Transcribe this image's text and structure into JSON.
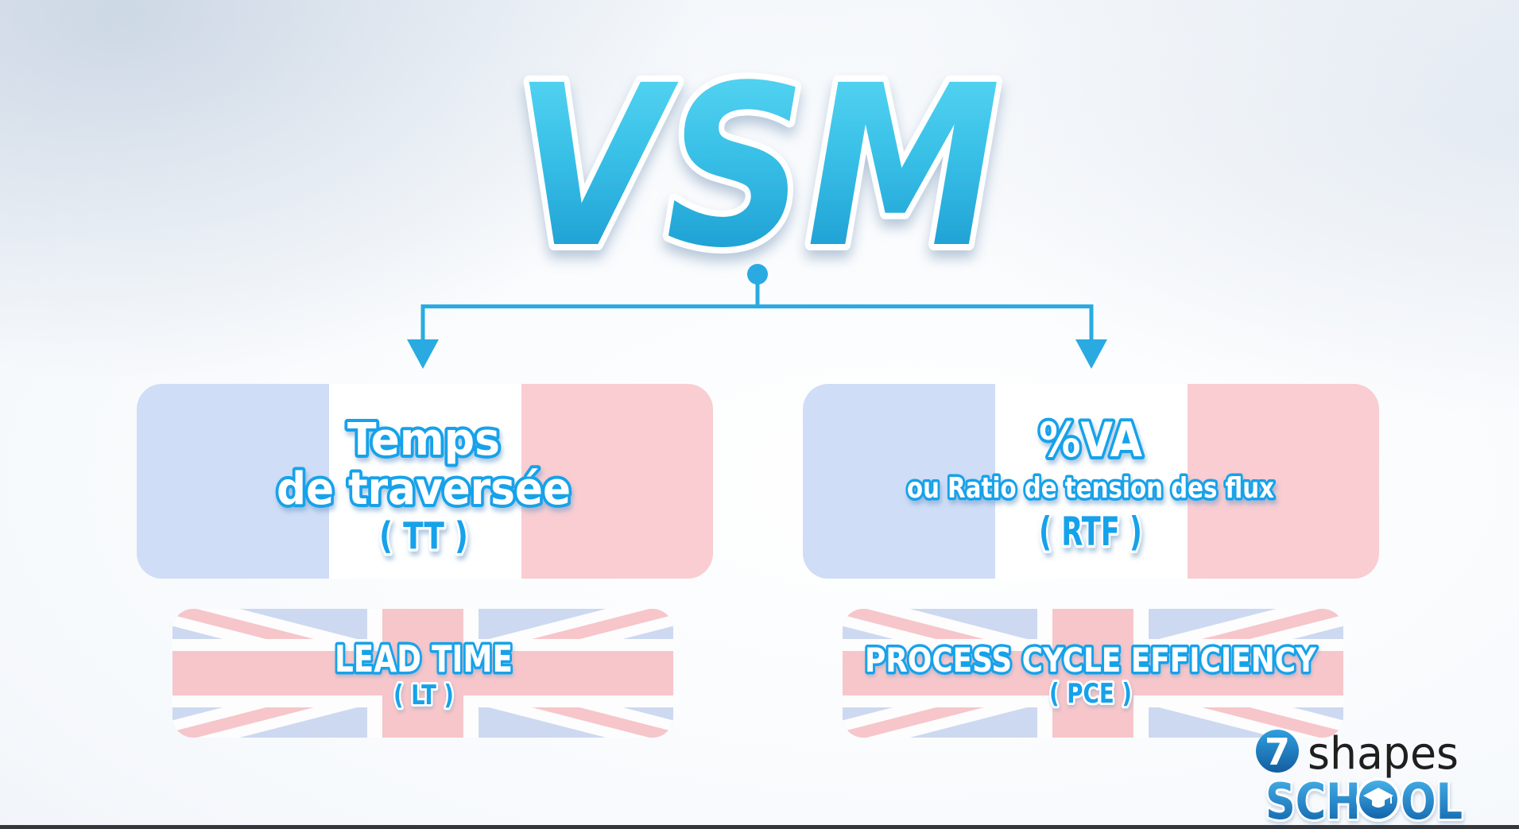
{
  "title": "VSM",
  "branches": {
    "left": {
      "french": {
        "line1": "Temps",
        "line2": "de traversée",
        "abbr": "( TT )"
      },
      "english": {
        "label": "LEAD TIME",
        "abbr": "( LT )"
      }
    },
    "right": {
      "french": {
        "line1": "%VA",
        "line2": "ou Ratio de tension des flux",
        "abbr": "( RTF )"
      },
      "english": {
        "label": "PROCESS CYCLE EFFICIENCY",
        "abbr": "( PCE )"
      }
    }
  },
  "logo": {
    "number": "7",
    "brand": "shapes",
    "school_prefix": "SCH",
    "school_suffix": "OL"
  },
  "colors": {
    "accent": "#29abe2",
    "text_outline_blue": "#18a2ea",
    "flag_blue": "#cdd9f0",
    "flag_red": "#f6c6ca",
    "card_blue": "#cfddf6",
    "card_red": "#f9cdd1",
    "vsm_gradient_top": "#5fdbf5",
    "vsm_gradient_bottom": "#1492cb",
    "logo_blue_top": "#47b4ec",
    "logo_blue_bottom": "#1060a8",
    "bottom_bar": "#33373b"
  }
}
